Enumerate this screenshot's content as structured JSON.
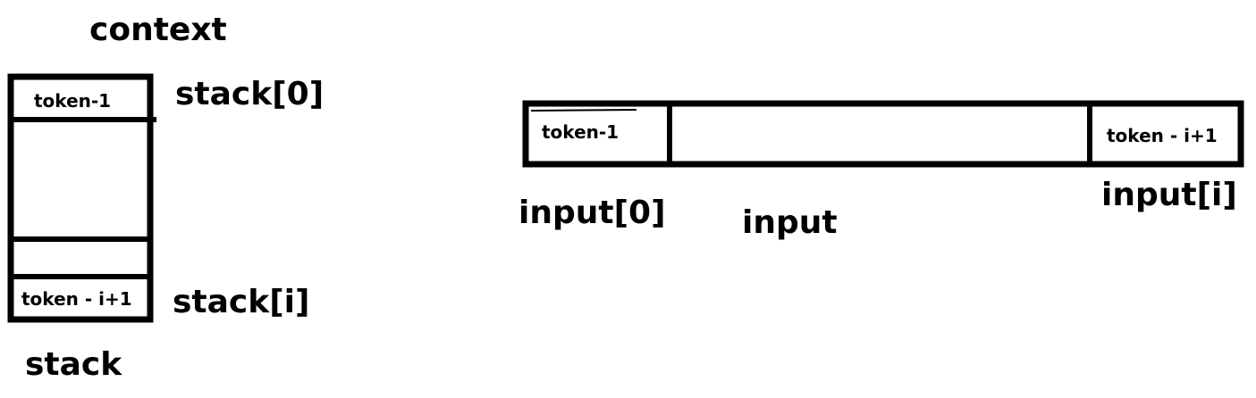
{
  "stack_panel": {
    "title": "context",
    "top_cell": "token-1",
    "bottom_cell": "token - i+1",
    "top_index_label": "stack[0]",
    "bottom_index_label": "stack[i]",
    "caption": "stack"
  },
  "input_panel": {
    "first_cell": "token-1",
    "last_cell": "token - i+1",
    "first_index_label": "input[0]",
    "caption": "input",
    "last_index_label": "input[i]"
  }
}
